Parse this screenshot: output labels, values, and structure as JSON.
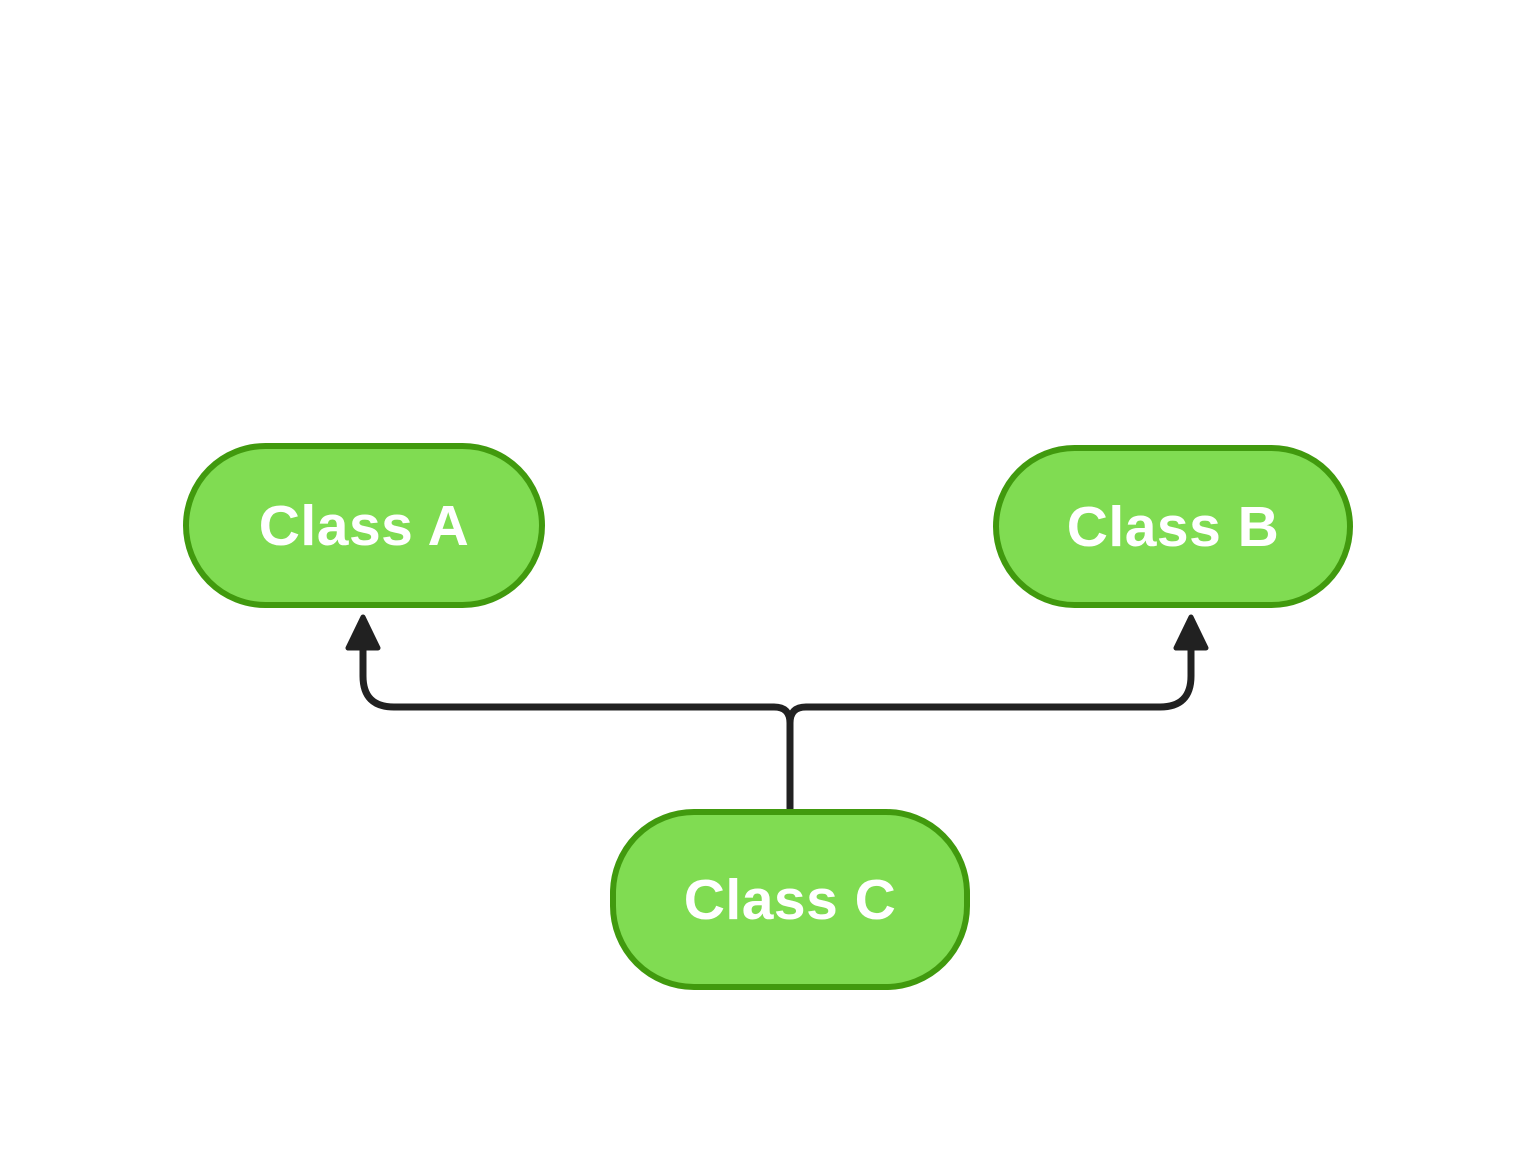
{
  "diagram": {
    "nodes": [
      {
        "id": "class-a",
        "label": "Class A"
      },
      {
        "id": "class-b",
        "label": "Class B"
      },
      {
        "id": "class-c",
        "label": "Class C"
      }
    ],
    "edges": [
      {
        "from": "class-c",
        "to": "class-a"
      },
      {
        "from": "class-c",
        "to": "class-b"
      }
    ],
    "colors": {
      "node_fill": "#80dc52",
      "node_border": "#419a0e",
      "node_text": "#ffffff",
      "edge_color": "#212121",
      "background": "#ffffff"
    }
  }
}
